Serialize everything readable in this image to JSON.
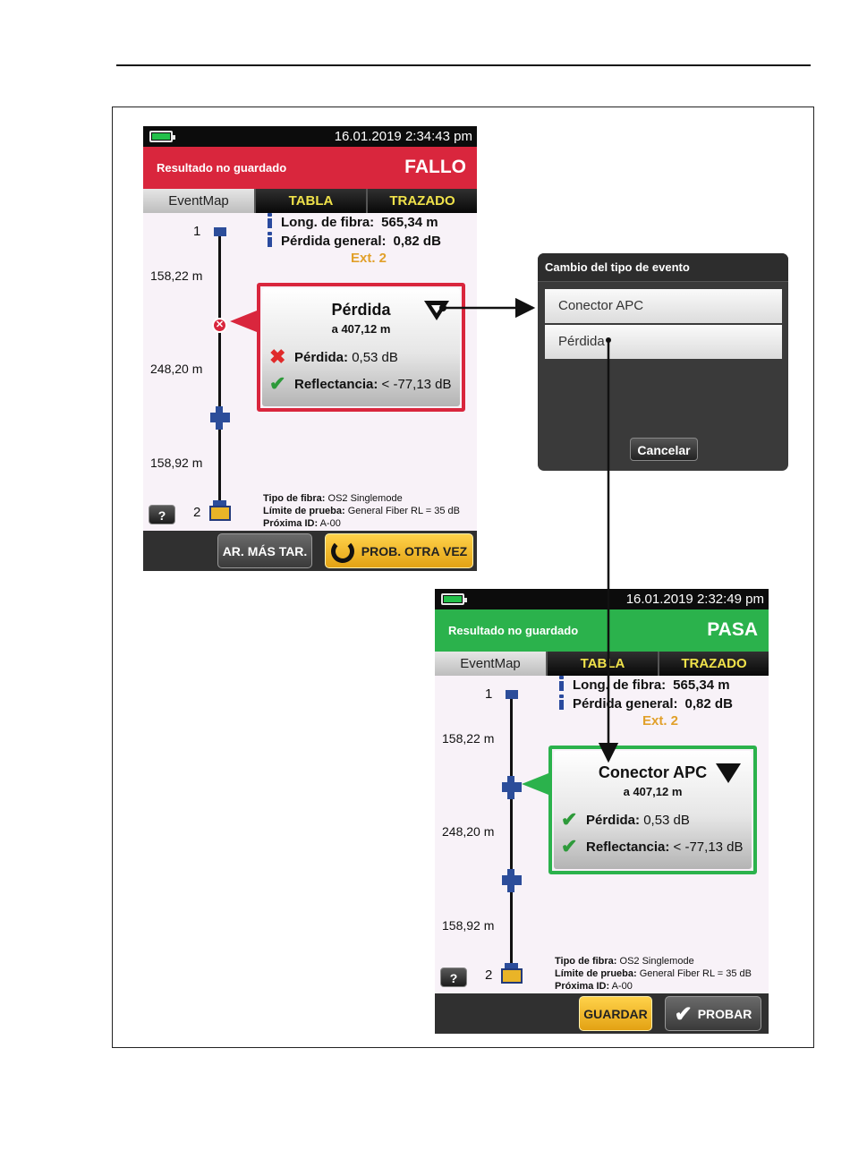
{
  "screen_fail": {
    "datetime": "16.01.2019  2:34:43 pm",
    "result_note": "Resultado no guardado",
    "result_status": "FALLO",
    "tabs": [
      "EventMap",
      "TABLA",
      "TRAZADO"
    ],
    "fiber_length_label": "Long. de fibra:",
    "fiber_length_value": "565,34 m",
    "overall_loss_label": "Pérdida general:",
    "overall_loss_value": "0,82 dB",
    "extension": "Ext. 2",
    "node_start": "1",
    "node_end": "2",
    "segments": [
      "158,22 m",
      "248,20 m",
      "158,92 m"
    ],
    "event": {
      "type": "Pérdida",
      "distance": "a 407,12 m",
      "loss_label": "Pérdida:",
      "loss_value": "0,53 dB",
      "reflectance_label": "Reflectancia:",
      "reflectance_value": "< -77,13 dB",
      "loss_status": "fail",
      "reflectance_status": "pass"
    },
    "fiber_type_label": "Tipo de fibra:",
    "fiber_type_value": "OS2 Singlemode",
    "test_limit_label": "Límite de prueba:",
    "test_limit_value": "General Fiber RL = 35 dB",
    "next_id_label": "Próxima ID:",
    "next_id_value": "A-00",
    "help_label": "?",
    "buttons": {
      "fix_later": "AR. MÁS TAR.",
      "retest": "PROB. OTRA VEZ"
    }
  },
  "dialog": {
    "title": "Cambio del tipo de evento",
    "options": [
      "Conector APC",
      "Pérdida"
    ],
    "cancel": "Cancelar"
  },
  "screen_pass": {
    "datetime": "16.01.2019  2:32:49 pm",
    "result_note": "Resultado no guardado",
    "result_status": "PASA",
    "tabs": [
      "EventMap",
      "TABLA",
      "TRAZADO"
    ],
    "fiber_length_label": "Long. de fibra:",
    "fiber_length_value": "565,34 m",
    "overall_loss_label": "Pérdida general:",
    "overall_loss_value": "0,82 dB",
    "extension": "Ext. 2",
    "node_start": "1",
    "node_end": "2",
    "segments": [
      "158,22 m",
      "248,20 m",
      "158,92 m"
    ],
    "event": {
      "type": "Conector APC",
      "distance": "a 407,12 m",
      "loss_label": "Pérdida:",
      "loss_value": "0,53 dB",
      "reflectance_label": "Reflectancia:",
      "reflectance_value": "< -77,13 dB",
      "loss_status": "pass",
      "reflectance_status": "pass"
    },
    "fiber_type_label": "Tipo de fibra:",
    "fiber_type_value": "OS2 Singlemode",
    "test_limit_label": "Límite de prueba:",
    "test_limit_value": "General Fiber RL = 35 dB",
    "next_id_label": "Próxima ID:",
    "next_id_value": "A-00",
    "help_label": "?",
    "buttons": {
      "save": "GUARDAR",
      "test": "PROBAR"
    }
  },
  "colors": {
    "fail": "#d9263d",
    "pass": "#2bb24c",
    "accent_yellow": "#e1a02a",
    "node_blue": "#2c4d9a"
  }
}
